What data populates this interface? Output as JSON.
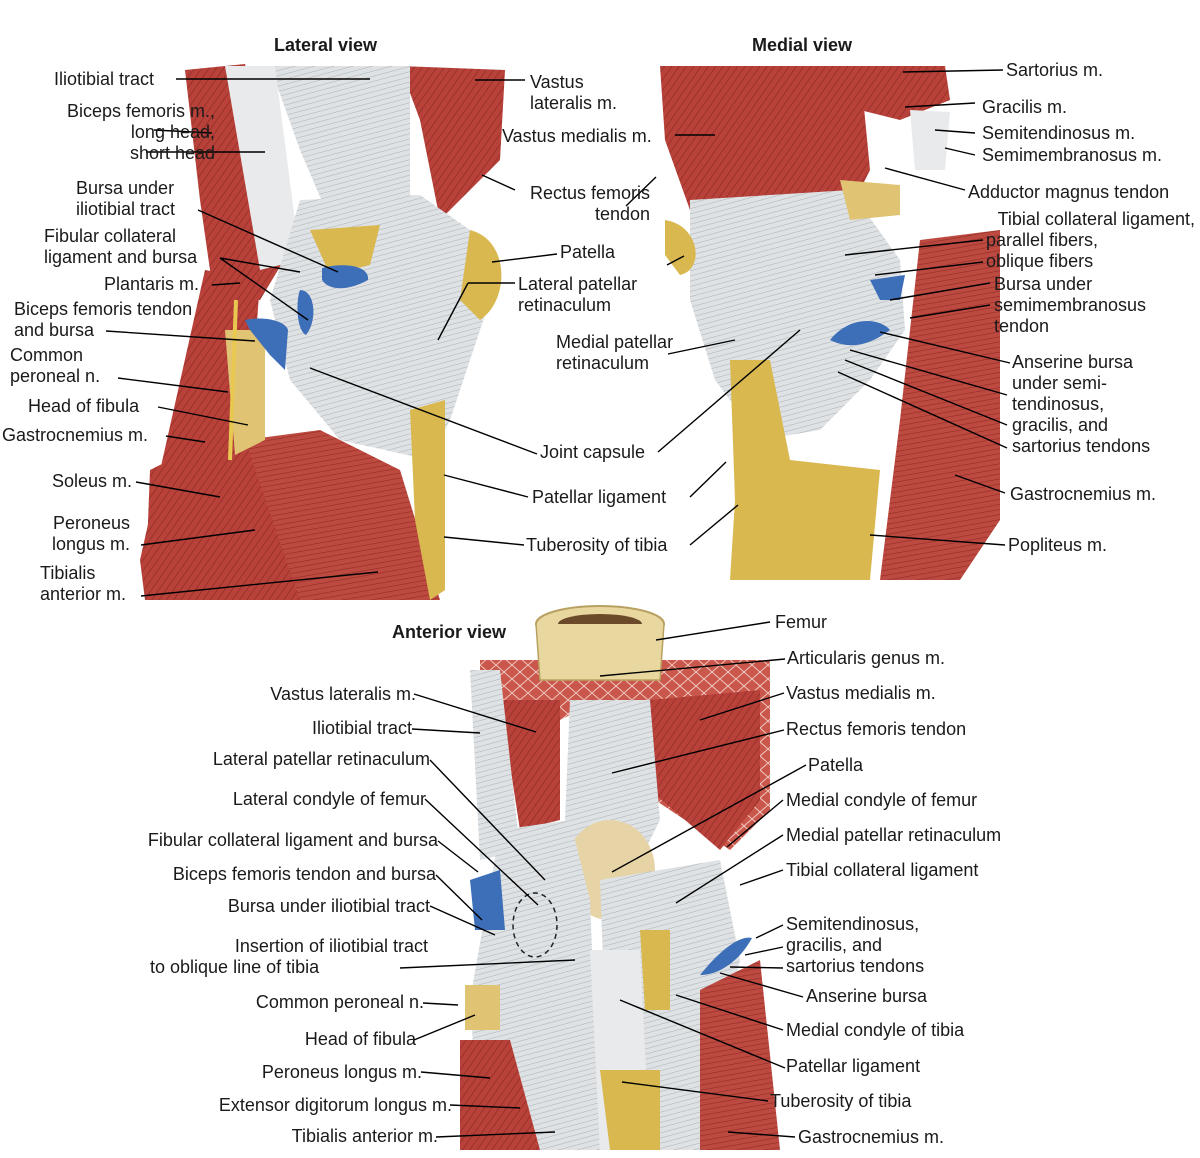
{
  "headings": {
    "lateral": "Lateral view",
    "medial": "Medial view",
    "anterior": "Anterior view"
  },
  "colors": {
    "muscle": "#b8423a",
    "muscle_dark": "#8e2a24",
    "tendon": "#d9dde0",
    "fat": "#d9b850",
    "bursa": "#3d6fb8",
    "bone": "#e8d8a0",
    "leader": "#000000"
  },
  "lateral_labels": {
    "iliotibial_tract": "Iliotibial tract",
    "biceps_1": "Biceps femoris m.,",
    "biceps_2": "long head,",
    "biceps_3": "short head",
    "bursa_it_1": "Bursa under",
    "bursa_it_2": "iliotibial tract",
    "fib_col_1": "Fibular collateral",
    "fib_col_2": "ligament and bursa",
    "plantaris": "Plantaris m.",
    "biceps_tendon_1": "Biceps femoris tendon",
    "biceps_tendon_2": "and bursa",
    "common_peroneal_1": "Common",
    "common_peroneal_2": "peroneal n.",
    "head_fibula": "Head of fibula",
    "gastrocnemius": "Gastrocnemius m.",
    "soleus": "Soleus m.",
    "peroneus_1": "Peroneus",
    "peroneus_2": "longus m.",
    "tibialis_1": "Tibialis",
    "tibialis_2": "anterior m.",
    "vastus_lat_1": "Vastus",
    "vastus_lat_2": "lateralis m.",
    "vastus_med": "Vastus medialis m.",
    "rectus_1": "Rectus femoris",
    "rectus_2": "tendon",
    "patella": "Patella",
    "lat_pat_ret_1": "Lateral patellar",
    "lat_pat_ret_2": "retinaculum",
    "med_pat_ret_1": "Medial patellar",
    "med_pat_ret_2": "retinaculum",
    "joint_capsule": "Joint capsule",
    "patellar_ligament": "Patellar ligament",
    "tuberosity": "Tuberosity of tibia"
  },
  "medial_labels": {
    "sartorius": "Sartorius m.",
    "gracilis": "Gracilis m.",
    "semitendinosus": "Semitendinosus m.",
    "semimembranosus": "Semimembranosus m.",
    "adductor": "Adductor magnus tendon",
    "tib_col_1": "Tibial collateral ligament,",
    "tib_col_2": "parallel fibers,",
    "tib_col_3": "oblique fibers",
    "bursa_semimem_1": "Bursa under",
    "bursa_semimem_2": "semimembranosus",
    "bursa_semimem_3": "tendon",
    "anserine_1": "Anserine bursa",
    "anserine_2": "under semi-",
    "anserine_3": "tendinosus,",
    "anserine_4": "gracilis, and",
    "anserine_5": "sartorius tendons",
    "gastrocnemius": "Gastrocnemius m.",
    "popliteus": "Popliteus m."
  },
  "anterior_left": {
    "vastus_lat": "Vastus lateralis m.",
    "iliotibial": "Iliotibial tract",
    "lat_pat_ret": "Lateral patellar retinaculum",
    "lat_condyle": "Lateral condyle of femur",
    "fib_col": "Fibular collateral ligament and bursa",
    "biceps": "Biceps femoris tendon and bursa",
    "bursa_it": "Bursa under iliotibial tract",
    "insertion_1": "Insertion of iliotibial tract",
    "insertion_2": "to oblique line of tibia",
    "common_peroneal": "Common peroneal n.",
    "head_fibula": "Head of fibula",
    "peroneus": "Peroneus longus m.",
    "extensor": "Extensor digitorum longus m.",
    "tibialis": "Tibialis anterior m."
  },
  "anterior_right": {
    "femur": "Femur",
    "articularis": "Articularis genus m.",
    "vastus_med": "Vastus medialis m.",
    "rectus": "Rectus femoris tendon",
    "patella": "Patella",
    "med_condyle_femur": "Medial condyle of femur",
    "med_pat_ret": "Medial patellar retinaculum",
    "tib_col": "Tibial collateral ligament",
    "semi_1": "Semitendinosus,",
    "semi_2": "gracilis, and",
    "semi_3": "sartorius tendons",
    "anserine": "Anserine bursa",
    "med_condyle_tibia": "Medial condyle of tibia",
    "patellar_lig": "Patellar ligament",
    "tuberosity": "Tuberosity of tibia",
    "gastrocnemius": "Gastrocnemius m."
  }
}
